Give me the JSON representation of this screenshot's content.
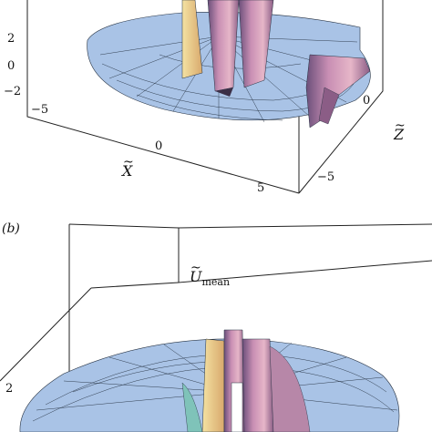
{
  "panel_a": {
    "ticks_x": [
      "−5",
      "0",
      "5"
    ],
    "ticks_z": [
      "0",
      "−5"
    ],
    "ticks_vertical": [
      "2",
      "0",
      "−2"
    ],
    "axis_x": "X",
    "axis_z": "Z",
    "tilde": "~"
  },
  "panel_b": {
    "label": "(b)",
    "surface_label": "U",
    "surface_label_sub": "mean",
    "tick_vertical": "2",
    "tilde": "~"
  },
  "colors": {
    "surface_base": "#a9c3e6",
    "surface_mesh": "#243040",
    "peak_pink": "#c98fb4",
    "peak_yellow": "#f1d68a"
  }
}
